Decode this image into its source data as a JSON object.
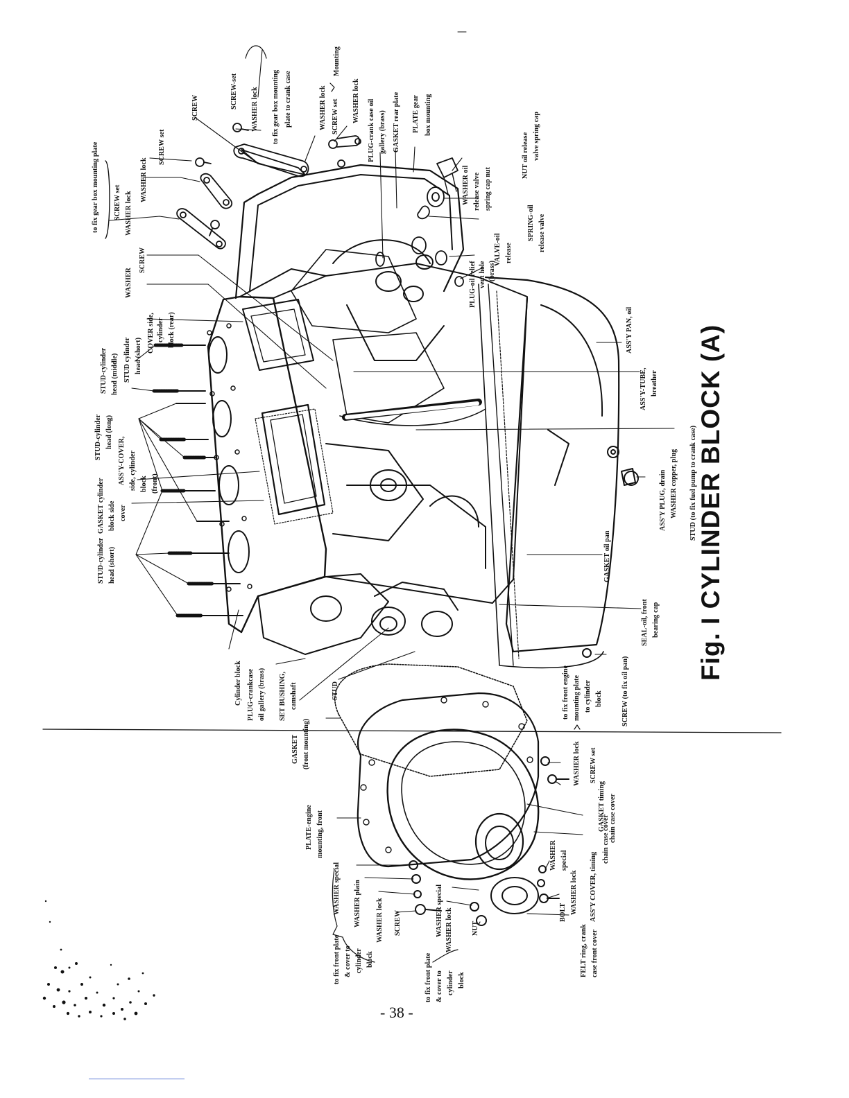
{
  "figure": {
    "title": "Fig. I  CYLINDER BLOCK (A)",
    "page_number": "- 38 -"
  },
  "colors": {
    "ink": "#111111",
    "footnote_rule": "#5b7bd5"
  },
  "labels": {
    "mounting_note": "to fix gear box mounting plate",
    "screw_set_left": "SCREW set",
    "washer_lock_left": "WASHER lock",
    "screw_a": "SCREW",
    "washer_a": "WASHER",
    "screw_b": "SCREW",
    "washer_lock_a": "WASHER lock",
    "screw_set_a": "SCREW set",
    "screw_top": "SCREW",
    "screw_set_top": "SCREW-set",
    "washer_lock_top": "WASHER lock",
    "mounting_word": "Mounting",
    "fix_gear_box_1": "to fix gear box mounting",
    "fix_gear_box_2": "plate to crank case",
    "washer_lock_b": "WASHER lock",
    "screw_set_b": "SCREW set",
    "washer_lock_c": "WASHER lock",
    "plug_crank_1": "PLUG-crank case oil",
    "plug_crank_2": "gallery (brass)",
    "gasket_rear": "GASKET rear plate",
    "plate_gear_1": "PLATE gear",
    "plate_gear_2": "box mounting",
    "nut_oil_1": "NUT oil release",
    "nut_oil_2": "valve spring cap",
    "washer_oil_1": "WASHER oil",
    "washer_oil_2": "release valve",
    "washer_oil_3": "spring cap nut",
    "spring_oil_1": "SPRING-oil",
    "spring_oil_2": "release valve",
    "valve_oil_1": "VALVE-oil",
    "valve_oil_2": "release",
    "plug_relief_1": "PLUG-oil relief",
    "plug_relief_2": "vent hole",
    "plug_relief_3": "(brass)",
    "cover_side_rear_1": "COVER side,",
    "cover_side_rear_2": "cylinder",
    "cover_side_rear_3": "block (rear)",
    "stud_middle_1": "STUD-cylinder",
    "stud_middle_2": "head (middle)",
    "stud_head_short_1": "STUD cylinder",
    "stud_head_short_2": "head (short)",
    "stud_long_1": "STUD-cylinder",
    "stud_long_2": "head (long)",
    "assy_cover_1": "ASS'Y-COVER,",
    "assy_cover_2": "side, cylinder",
    "assy_cover_3": "block",
    "assy_cover_4": "(front)",
    "gasket_side_1": "GASKET cylinder",
    "gasket_side_2": "block side",
    "gasket_side_3": "cover",
    "stud_short_1": "STUD-cylinder",
    "stud_short_2": "head (short)",
    "assy_pan": "ASS'Y PAN, oil",
    "assy_tube_1": "ASS'Y-TUBE,",
    "assy_tube_2": "breather",
    "stud_fuel": "STUD (to fix fuel pump to crank case)",
    "assy_plug_drain": "ASS'Y PLUG, drain",
    "washer_copper": "WASHER copper, plug",
    "gasket_oil_pan": "GASKET oil pan",
    "seal_front_1": "SEAL-oil, front",
    "seal_front_2": "bearing cap",
    "screw_oil_pan": "SCREW (to fix oil pan)",
    "fix_front_engine_1": "to fix front engine",
    "fix_front_engine_2": "mounting plate",
    "fix_front_engine_3": "to cylinder",
    "fix_front_engine_4": "block",
    "cylinder_block": "Cylinder block",
    "plug_crankcase_1": "PLUG-crankcase",
    "plug_crankcase_2": "oil gallery (brass)",
    "set_bushing_1": "SET BUSHING,",
    "set_bushing_2": "camshaft",
    "stud_front": "STUD",
    "gasket_front_1": "GASKET",
    "gasket_front_2": "(front mounting)",
    "washer_lock_d": "WASHER lock",
    "screw_set_c": "SCREW set",
    "gasket_timing_1": "GASKET timing",
    "gasket_timing_2": "chain case cover",
    "plate_engine_1": "PLATE-engine",
    "plate_engine_2": "mounting, front",
    "washer_special_a": "WASHER special",
    "washer_plain": "WASHER plain",
    "washer_lock_e": "WASHER lock",
    "screw_c": "SCREW",
    "washer_special_b": "WASHER special",
    "washer_lock_f": "WASHER lock",
    "nut_a": "NUT",
    "washer_special_c1": "WASHER",
    "washer_special_c2": "special",
    "bolt": "BOLT",
    "washer_lock_g": "WASHER lock",
    "assy_cover_timing_1": "ASS'Y COVER, timing",
    "assy_cover_timing_2": "chain case cover",
    "felt_ring_1": "FELT ring, crank",
    "felt_ring_2": "case front cover",
    "fix_front_plate_1": "to fix front plate",
    "fix_front_plate_2": "& cover to",
    "fix_front_plate_3": "cylinder",
    "fix_front_plate_4": "block",
    "fix_front_plate_b1": "to fix front plate",
    "fix_front_plate_b2": "& cover to",
    "fix_front_plate_b3": "cylinder",
    "fix_front_plate_b4": "block"
  }
}
